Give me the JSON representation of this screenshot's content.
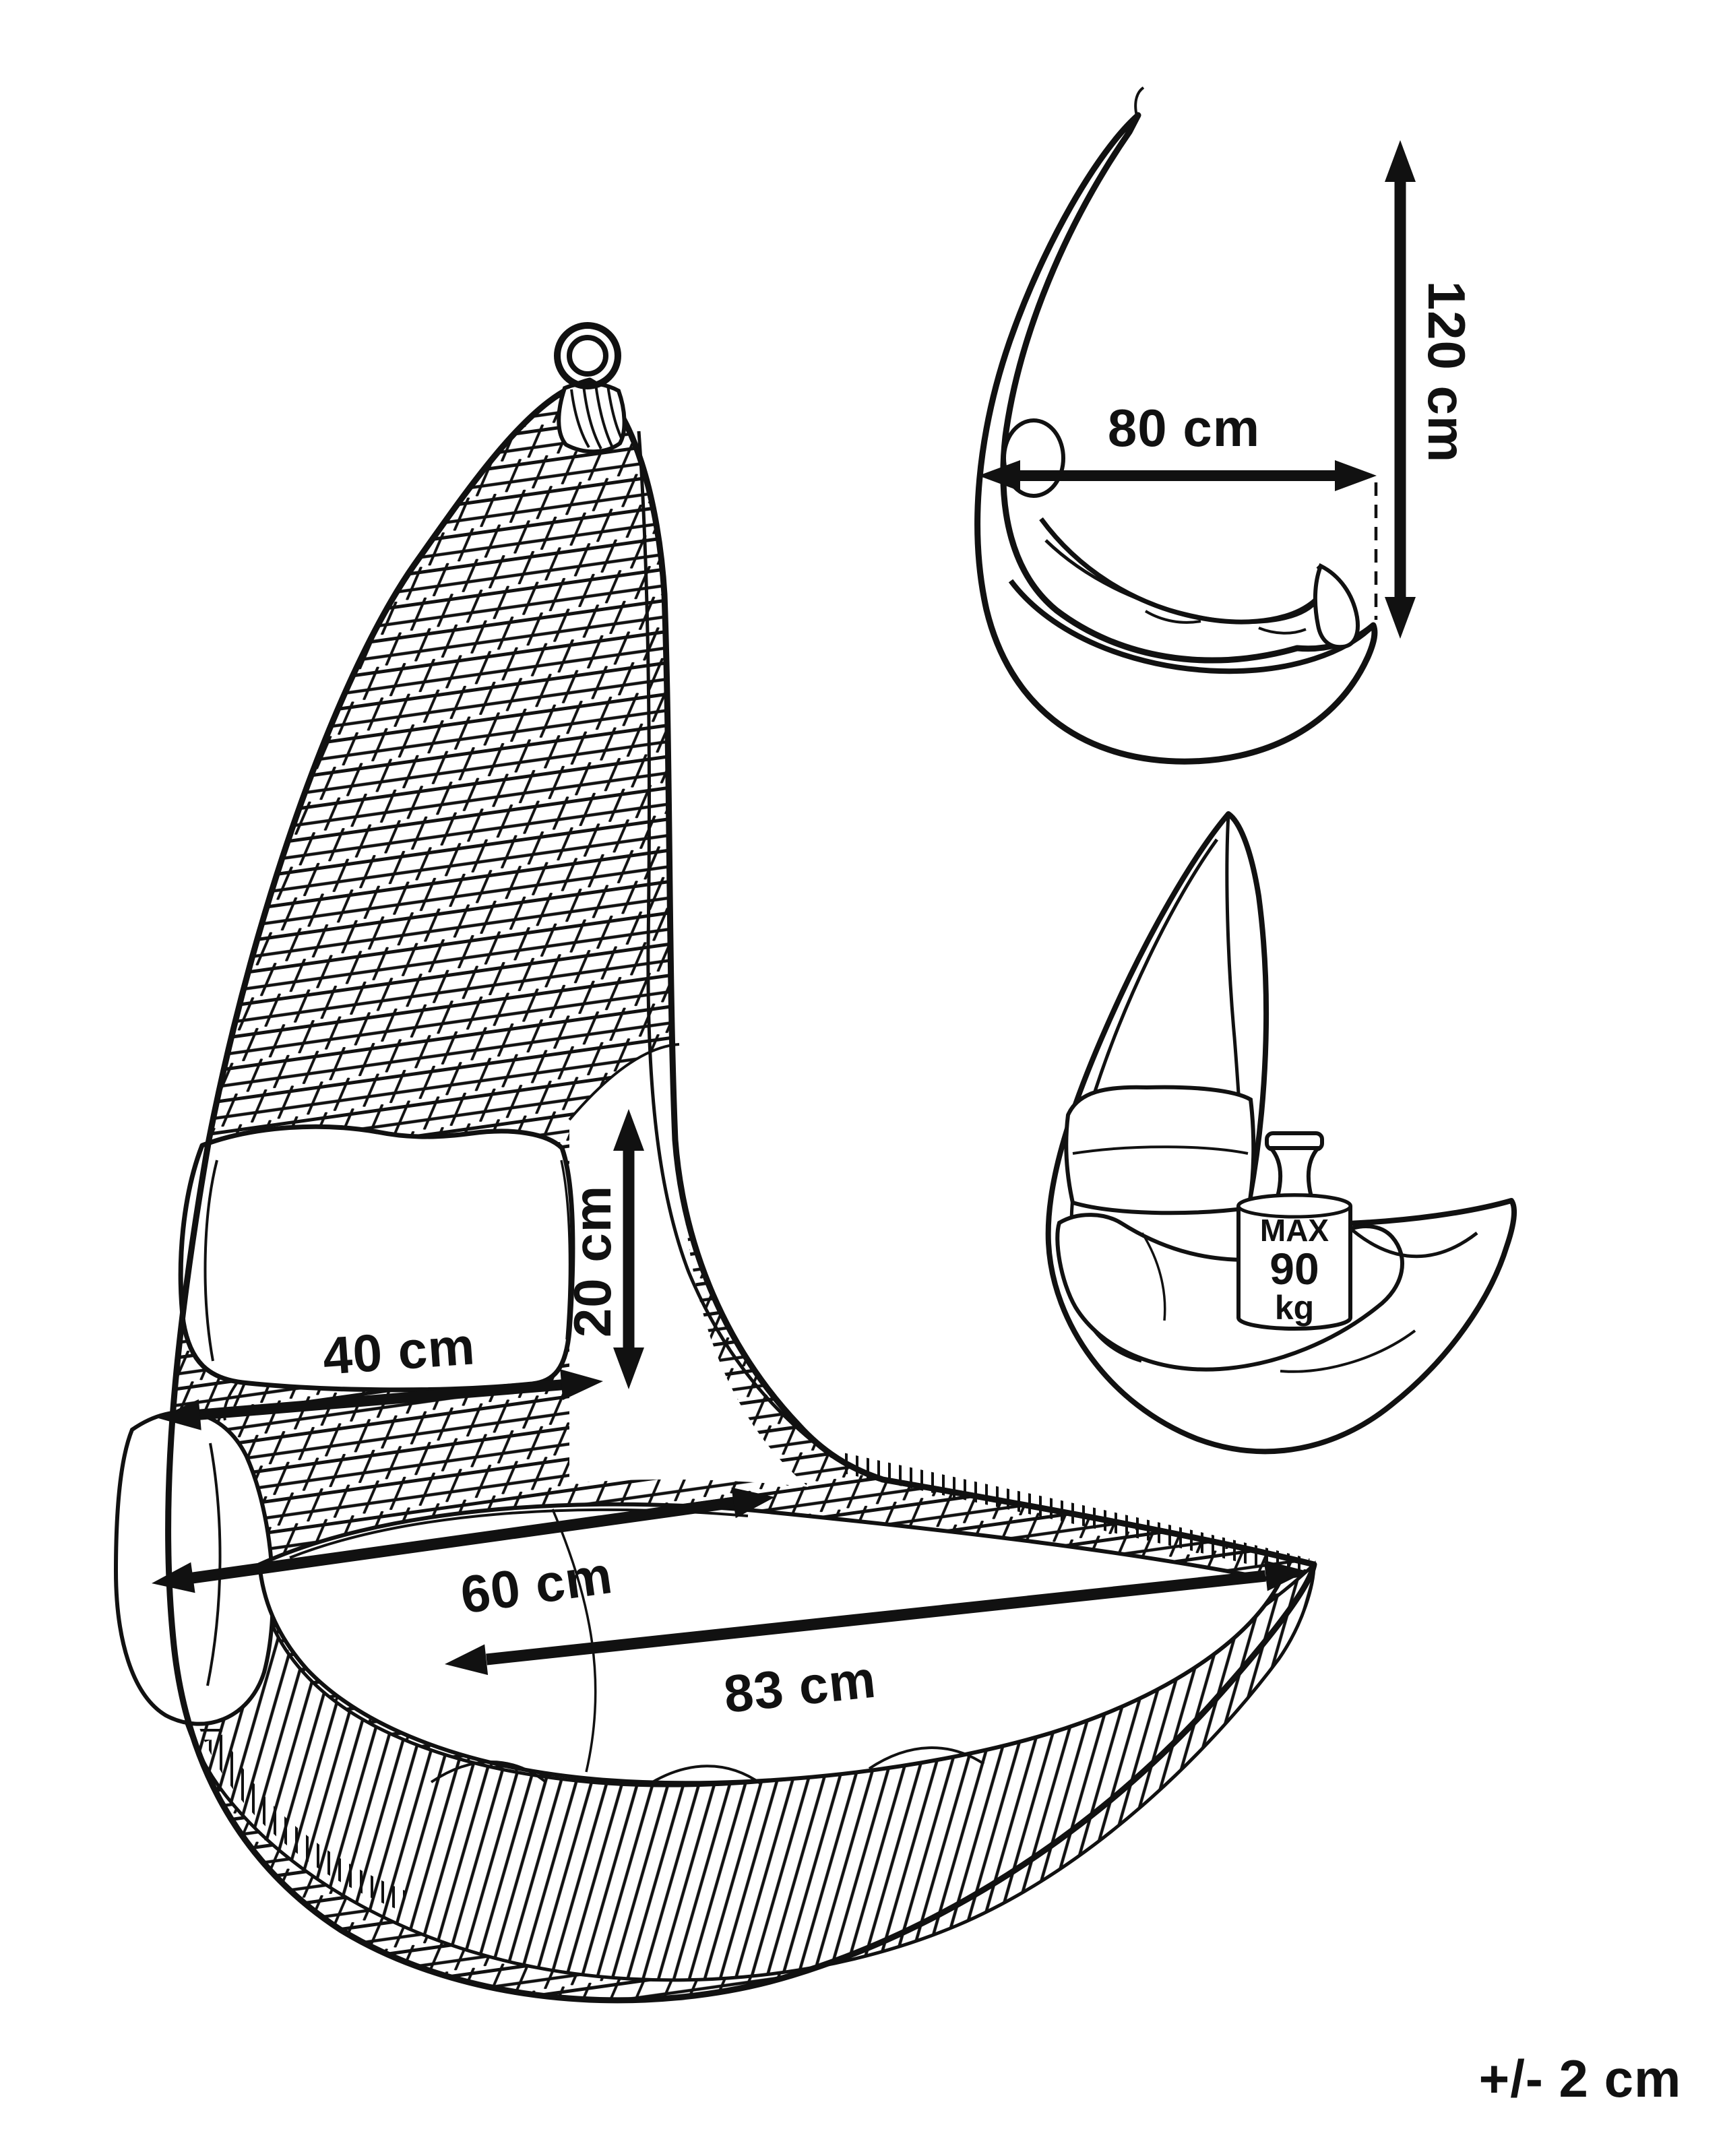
{
  "colors": {
    "ink": "#111111",
    "background": "#ffffff"
  },
  "views": {
    "main_front": {
      "labels": {
        "cushion_height": "20 cm",
        "cushion_width": "40 cm",
        "seat_width": "60 cm",
        "basket_width": "83 cm"
      }
    },
    "side_profile": {
      "labels": {
        "depth": "80 cm",
        "height": "120 cm"
      }
    },
    "weight_capacity": {
      "labels": {
        "max": "MAX",
        "value": "90",
        "unit": "kg"
      }
    }
  },
  "footer": {
    "tolerance": "+/- 2 cm"
  }
}
